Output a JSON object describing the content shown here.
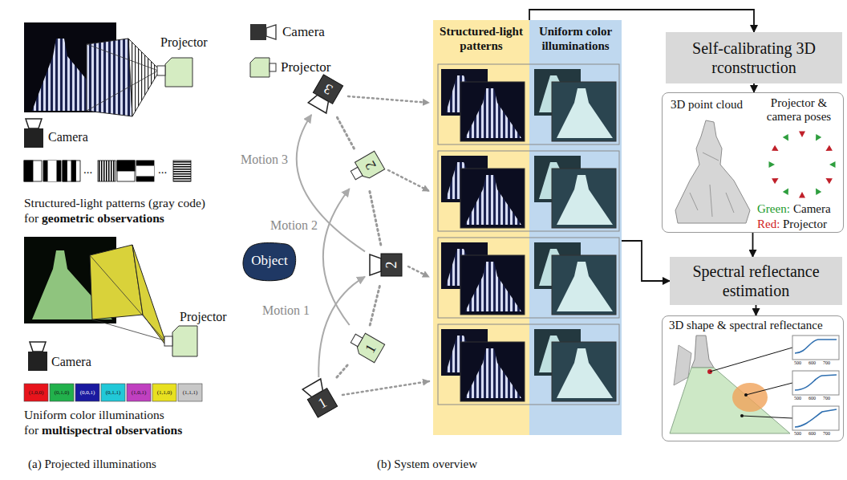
{
  "diagram": {
    "nodes": [
      {
        "text": [
          "3"
        ]
      },
      {
        "text": [
          "2"
        ]
      },
      {
        "text": [
          "2"
        ]
      },
      {
        "text": [
          "1"
        ]
      },
      {
        "text": [
          "1"
        ]
      },
      {
        "text": [
          "Object"
        ]
      },
      {
        "text": [
          "Structured-light patterns"
        ]
      },
      {
        "text": [
          "Uniform color illuminations"
        ]
      },
      {
        "text": [
          "Self-calibrating 3D rconstruction"
        ]
      },
      {
        "text": [
          "3D point cloud",
          "Projector & camera poses",
          "Green:",
          "Camera",
          "Red:",
          "Projector"
        ]
      },
      {
        "text": [
          "Spectral reflectance estimation"
        ]
      },
      {
        "text": [
          "3D shape & spectral reflectance"
        ]
      }
    ],
    "edges": [
      {
        "from": 4,
        "to": 2,
        "label": "Motion 1",
        "arrow": "to"
      },
      {
        "from": 3,
        "to": 1,
        "label": "Motion 2",
        "arrow": "to"
      },
      {
        "from": 2,
        "to": 0,
        "label": "Motion 3",
        "arrow": "to"
      },
      {
        "from": 4,
        "to": 3,
        "arrow": "none"
      },
      {
        "from": 3,
        "to": 2,
        "arrow": "none"
      },
      {
        "from": 2,
        "to": 1,
        "arrow": "none"
      },
      {
        "from": 1,
        "to": 0,
        "arrow": "none"
      },
      {
        "from": 6,
        "to": 8,
        "arrow": "to"
      },
      {
        "from": 8,
        "to": 9,
        "arrow": "to"
      },
      {
        "from": 9,
        "to": 10,
        "arrow": "to"
      },
      {
        "from": 7,
        "to": 10,
        "arrow": "to"
      },
      {
        "from": 10,
        "to": 11,
        "arrow": "to"
      }
    ],
    "labels": [
      "Projector",
      "Camera",
      "...",
      "...",
      "Structured-light patterns (gray code)",
      "for",
      "geometric observations",
      "Projector",
      "Camera",
      "(1,0,0)",
      "(0,1,0)",
      "(0,0,1)",
      "(0,1,1)",
      "(1,0,1)",
      "(1,1,0)",
      "(1,1,1)",
      "Uniform color illuminations",
      "for",
      "multispectral observations",
      "(a) Projected illuminations",
      "(b) System overview",
      "500",
      "600",
      "700",
      "500",
      "600",
      "700",
      "500",
      "600",
      "700"
    ],
    "legend": [
      {
        "text": "Camera"
      },
      {
        "text": "Projector"
      }
    ]
  }
}
